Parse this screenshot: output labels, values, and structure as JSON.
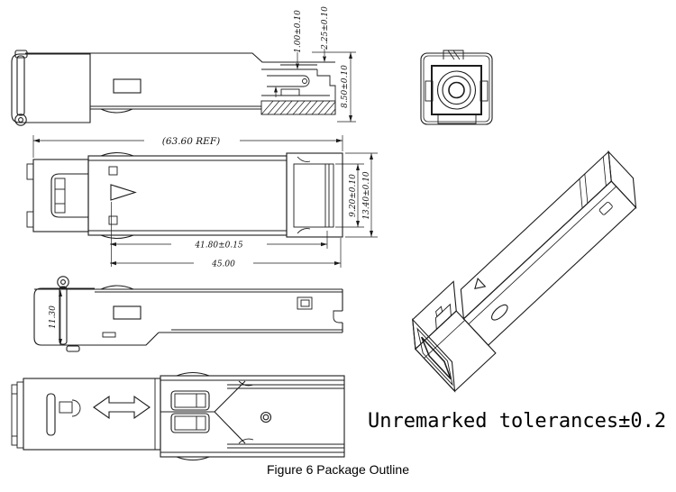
{
  "colors": {
    "background": "#ffffff",
    "line": "#1c1c1c",
    "text": "#000000"
  },
  "note": {
    "text": "Unremarked tolerances±0.2"
  },
  "caption": {
    "text": "Figure 6 Package Outline"
  },
  "dimensions": {
    "side_view": {
      "slot": "1.00±0.10",
      "tab": "2.25±0.10",
      "height": "8.50±0.10"
    },
    "top_view": {
      "overall_length": "(63.60  REF)",
      "latch_length": "41.80±0.15",
      "body_length": "45.00",
      "body_width": "9.20±0.10",
      "overall_width": "13.40±0.10"
    },
    "flipped_side_view": {
      "connector_height": "11.30"
    }
  }
}
